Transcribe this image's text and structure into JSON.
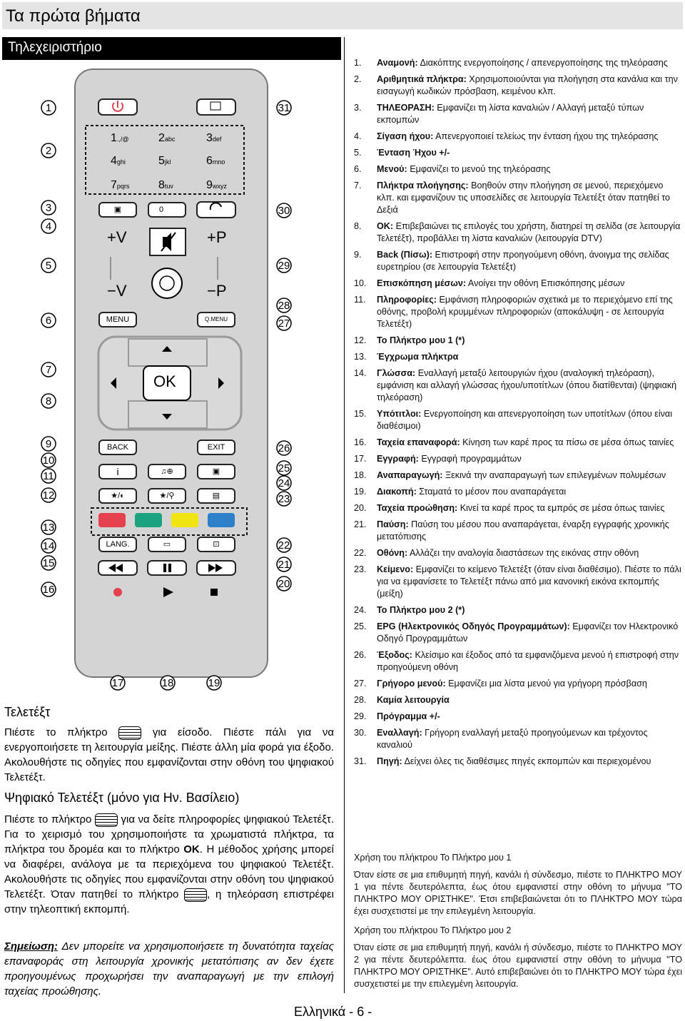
{
  "header": {
    "title": "Τα πρώτα βήματα"
  },
  "section": {
    "title": "Τηλεχειριστήριο"
  },
  "remote": {
    "callouts": [
      "1",
      "2",
      "3",
      "4",
      "5",
      "6",
      "7",
      "8",
      "9",
      "10",
      "11",
      "12",
      "13",
      "14",
      "15",
      "16",
      "17",
      "18",
      "19",
      "20",
      "21",
      "22",
      "23",
      "24",
      "25",
      "26",
      "27",
      "28",
      "29",
      "30",
      "31"
    ],
    "keys": {
      "k1": "1",
      "k1s": ".,/@",
      "k2": "2",
      "k2s": "abc",
      "k3": "3",
      "k3s": "def",
      "k4": "4",
      "k4s": "ghi",
      "k5": "5",
      "k5s": "jkl",
      "k6": "6",
      "k6s": "mno",
      "k7": "7",
      "k7s": "pqrs",
      "k8": "8",
      "k8s": "tuv",
      "k9": "9",
      "k9s": "wxyz",
      "k0": "0",
      "vol_up": "+V",
      "vol_down": "−V",
      "prog_up": "+P",
      "prog_down": "−P",
      "menu": "MENU",
      "qmenu": "Q.MENU",
      "ok": "OK",
      "back": "BACK",
      "exit": "EXIT",
      "info": "i",
      "lang": "LANG."
    },
    "colors": {
      "red": "#e5404d",
      "green": "#1aa37e",
      "yellow": "#f2e313",
      "blue": "#2e7fc9"
    }
  },
  "list": [
    {
      "num": "1.",
      "term": "Αναμονή:",
      "text": " Διακόπτης ενεργοποίησης / απενεργοποίησης της τηλεόρασης"
    },
    {
      "num": "2.",
      "term": "Αριθμητικά πλήκτρα:",
      "text": " Χρησιμοποιούνται για πλοήγηση στα κανάλια και την εισαγωγή κωδικών πρόσβαση, κειμένου κλπ."
    },
    {
      "num": "3.",
      "term": "ΤΗΛΕΟΡΑΣΗ:",
      "text": " Εμφανίζει τη λίστα καναλιών / Αλλαγή μεταξύ τύπων εκπομπών"
    },
    {
      "num": "4.",
      "term": "Σίγαση ήχου:",
      "text": " Απενεργοποιεί τελείως την ένταση ήχου της τηλεόρασης"
    },
    {
      "num": "5.",
      "term": "Ένταση Ήχου +/-",
      "text": ""
    },
    {
      "num": "6.",
      "term": "Μενού:",
      "text": " Εμφανίζει το μενού της τηλεόρασης"
    },
    {
      "num": "7.",
      "term": "Πλήκτρα πλοήγησης:",
      "text": " Βοηθούν στην πλοήγηση σε μενού, περιεχόμενο κλπ. και εμφανίζουν τις υποσελίδες σε λειτουργία Τελετέξτ όταν πατηθεί το Δεξιά"
    },
    {
      "num": "8.",
      "term": "OK:",
      "text": " Επιβεβαιώνει τις επιλογές του χρήστη, διατηρεί τη σελίδα (σε λειτουργία Τελετέξτ), προβάλλει τη λίστα καναλιών (λειτουργία DTV)"
    },
    {
      "num": "9.",
      "term": "Back (Πίσω):",
      "text": " Επιστροφή στην προηγούμενη οθόνη, άνοιγμα της σελίδας ευρετηρίου (σε λειτουργία Τελετέξτ)"
    },
    {
      "num": "10.",
      "term": "Επισκόπηση μέσων:",
      "text": " Ανοίγει την οθόνη Επισκόπησης μέσων"
    },
    {
      "num": "11.",
      "term": "Πληροφορίες:",
      "text": " Εμφάνιση πληροφοριών σχετικά με το περιεχόμενο επί της οθόνης, προβολή κρυμμένων πληροφοριών (αποκάλυψη - σε λειτουργία Τελετέξτ)"
    },
    {
      "num": "12.",
      "term": "Το Πλήκτρο μου 1 (*)",
      "text": ""
    },
    {
      "num": "13.",
      "term": "Έγχρωμα πλήκτρα",
      "text": ""
    },
    {
      "num": "14.",
      "term": "Γλώσσα:",
      "text": " Εναλλαγή μεταξύ λειτουργιών ήχου (αναλογική τηλεόραση), εμφάνιση και αλλαγή γλώσσας ήχου/υποτίτλων (όπου διατίθενται) (ψηφιακή τηλεόραση)"
    },
    {
      "num": "15.",
      "term": "Υπότιτλοι:",
      "text": " Ενεργοποίηση και απενεργοποίηση των υποτίτλων (όπου είναι διαθέσιμοι)"
    },
    {
      "num": "16.",
      "term": "Ταχεία επαναφορά:",
      "text": " Κίνηση των καρέ προς τα πίσω σε μέσα όπως ταινίες"
    },
    {
      "num": "17.",
      "term": "Εγγραφή:",
      "text": " Εγγραφή προγραμμάτων"
    },
    {
      "num": "18.",
      "term": "Αναπαραγωγή:",
      "text": " Ξεκινά την αναπαραγωγή των επιλεγμένων πολυμέσων"
    },
    {
      "num": "19.",
      "term": "Διακοπή:",
      "text": " Σταματά το μέσον που αναπαράγεται"
    },
    {
      "num": "20.",
      "term": "Ταχεία προώθηση:",
      "text": " Κινεί τα καρέ προς τα εμπρός σε μέσα όπως ταινίες"
    },
    {
      "num": "21.",
      "term": "Παύση:",
      "text": " Παύση του μέσου που αναπαράγεται, έναρξη εγγραφής χρονικής μετατόπισης"
    },
    {
      "num": "22.",
      "term": "Οθόνη:",
      "text": " Αλλάζει την αναλογία διαστάσεων της εικόνας στην οθόνη"
    },
    {
      "num": "23.",
      "term": "Κείμενο:",
      "text": " Εμφανίζει το κείμενο Τελετέξτ (όταν είναι διαθέσιμο). Πιέστε το πάλι για να εμφανίσετε το Τελετέξτ πάνω από μια κανονική εικόνα εκπομπής (μείξη)"
    },
    {
      "num": "24.",
      "term": "Το Πλήκτρο μου 2 (*)",
      "text": ""
    },
    {
      "num": "25.",
      "term": "EPG (Ηλεκτρονικός Οδηγός Προγραμμάτων):",
      "text": " Εμφανίζει τον Ηλεκτρονικό Οδηγό Προγραμμάτων"
    },
    {
      "num": "26.",
      "term": "Έξοδος:",
      "text": " Κλείσιμο και έξοδος από τα εμφανιζόμενα μενού ή επιστροφή στην προηγούμενη οθόνη"
    },
    {
      "num": "27.",
      "term": "Γρήγορο μενού:",
      "text": " Εμφανίζει μια λίστα μενού για γρήγορη πρόσβαση"
    },
    {
      "num": "28.",
      "term": "Καμία λειτουργία",
      "text": ""
    },
    {
      "num": "29.",
      "term": "Πρόγραμμα +/-",
      "text": ""
    },
    {
      "num": "30.",
      "term": "Εναλλαγή:",
      "text": " Γρήγορη εναλλαγή μεταξύ προηγούμενων και τρέχοντος καναλιού"
    },
    {
      "num": "31.",
      "term": "Πηγή:",
      "text": " Δείχνει όλες τις διαθέσιμες πηγές εκπομπών και περιεχομένου"
    }
  ],
  "my_button": {
    "h1": "Χρήση του πλήκτρου Το Πλήκτρο μου 1",
    "p1": "Όταν είστε σε μια επιθυμητή πηγή, κανάλι ή σύνδεσμο, πιέστε το ΠΛΗΚΤΡΟ ΜΟΥ 1 για πέντε δευτερόλεπτα, έως ότου εμφανιστεί στην οθόνη το μήνυμα \"ΤΟ ΠΛΗΚΤΡΟ ΜΟΥ ΟΡΙΣΤΗΚΕ\". Έτσι επιβεβαιώνεται ότι το ΠΛΗΚΤΡΟ ΜΟΥ τώρα έχει συσχετιστεί με την επιλεγμένη λειτουργία.",
    "h2": "Χρήση του πλήκτρου Το Πλήκτρο μου 2",
    "p2": "Όταν είστε σε μια επιθυμητή πηγή, κανάλι ή σύνδεσμο, πιέστε το ΠΛΗΚΤΡΟ ΜΟΥ 2 για πέντε δευτερόλεπτα. έως ότου εμφανιστεί στην οθόνη το μήνυμα \"ΤΟ ΠΛΗΚΤΡΟ ΜΟΥ ΟΡΙΣΤΗΚΕ\". Αυτό επιβεβαιώνει ότι το ΠΛΗΚΤΡΟ ΜΟΥ τώρα έχει συσχετιστεί με την επιλεγμένη λειτουργία."
  },
  "teletext": {
    "title": "Τελετέξτ",
    "p1a": "Πιέστε το πλήκτρο",
    "p1b": "για είσοδο. Πιέστε πάλι για να ενεργοποιήσετε τη λειτουργία μείξης. Πιέστε άλλη μία φορά για έξοδο. Ακολουθήστε τις οδηγίες που εμφανίζονται στην οθόνη του ψηφιακού Τελετέξτ.",
    "digital_title": "Ψηφιακό Τελετέξτ (μόνο για Ην. Βασίλειο)",
    "p2a": "Πιέστε το πλήκτρο",
    "p2b": "για να δείτε πληροφορίες ψηφιακού Τελετέξτ. Για το χειρισμό του χρησιμοποιήστε τα χρωματιστά πλήκτρα, τα πλήκτρα του δρομέα και το πλήκτρο",
    "p2ok": "OK",
    "p2c": ". Η μέθοδος χρήσης μπορεί να διαφέρει, ανάλογα με τα περιεχόμενα του ψηφιακού Τελετέξτ. Ακολουθήστε τις οδηγίες που εμφανίζονται στην οθόνη του ψηφιακού Τελετέξτ. Όταν πατηθεί το πλήκτρο",
    "p2d": ", η τηλεόραση επιστρέφει στην τηλεοπτική εκπομπή.",
    "note_label": "Σημείωση:",
    "note": " Δεν μπορείτε να χρησιμοποιήσετε τη δυνατότητα ταχείας επαναφοράς στη λειτουργία χρονικής μετατόπισης αν δεν έχετε προηγουμένως προχωρήσει την αναπαραγωγή με την επιλογή ταχείας προώθησης."
  },
  "footer": {
    "text": "Ελληνικά  - 6 -"
  }
}
